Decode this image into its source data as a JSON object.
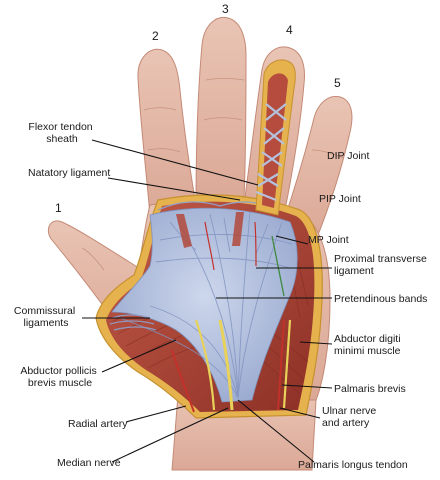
{
  "finger_numbers": [
    "1",
    "2",
    "3",
    "4",
    "5"
  ],
  "labels": {
    "flexor_tendon_sheath": [
      "Flexor tendon",
      "sheath"
    ],
    "natatory_ligament": [
      "Natatory ligament"
    ],
    "dip_joint": [
      "DIP Joint"
    ],
    "pip_joint": [
      "PIP Joint"
    ],
    "mp_joint": [
      "MP Joint"
    ],
    "proximal_transverse_ligament": [
      "Proximal transverse",
      "ligament"
    ],
    "pretendinous_bands": [
      "Pretendinous bands"
    ],
    "commissural_ligaments": [
      "Commissural",
      "ligaments"
    ],
    "abductor_digiti_minimi": [
      "Abductor digiti",
      "minimi muscle"
    ],
    "abductor_pollicis_brevis": [
      "Abductor pollicis",
      "brevis muscle"
    ],
    "palmaris_brevis": [
      "Palmaris brevis"
    ],
    "radial_artery": [
      "Radial artery"
    ],
    "ulnar_nerve_artery": [
      "Ulnar nerve",
      "and artery"
    ],
    "median_nerve": [
      "Median nerve"
    ],
    "palmaris_longus_tendon": [
      "Palmaris longus tendon"
    ]
  },
  "colors": {
    "skin": "#e4b9a8",
    "skin_shadow": "#c98f7c",
    "fascia": "#b4c2de",
    "fascia_dark": "#7f92bd",
    "muscle": "#b24a3c",
    "fat_border": "#e6b24d",
    "nerve": "#e8d25a",
    "artery": "#c4312a"
  }
}
